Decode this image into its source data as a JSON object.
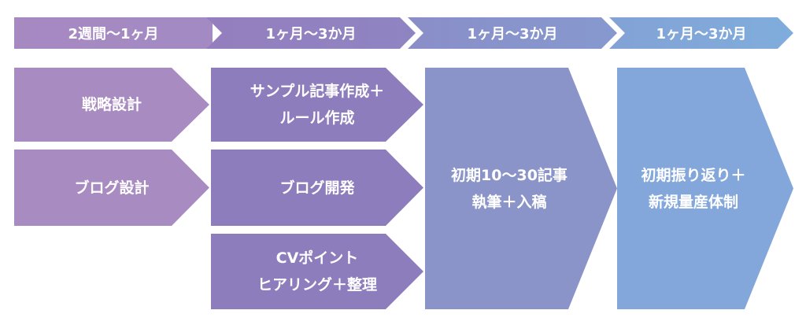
{
  "phases": [
    "2週間〜1ヶ月",
    "1ヶ月〜3か月",
    "1ヶ月〜3か月",
    "1ヶ月〜3か月"
  ],
  "blocks": {
    "strategy": "戦略設計",
    "blog_design": "ブログ設計",
    "sample_article": [
      "サンプル記事作成＋",
      "ルール作成"
    ],
    "blog_development": "ブログ開発",
    "cv_point": [
      "CVポイント",
      "ヒアリング＋整理"
    ],
    "initial_articles": [
      "初期10〜30記事",
      "執筆＋入稿"
    ],
    "initial_review": [
      "初期振り返り＋",
      "新規量産体制"
    ]
  },
  "colors": {
    "phase_1": "#a789c2",
    "phase_2": "#957ebe",
    "phase_3": "#8a8ec8",
    "phase_4": "#83a2d5",
    "column_1": "#a88bc1",
    "column_2": "#8e7dbd",
    "column_3": "#8a94c9",
    "column_4": "#83a7da"
  }
}
